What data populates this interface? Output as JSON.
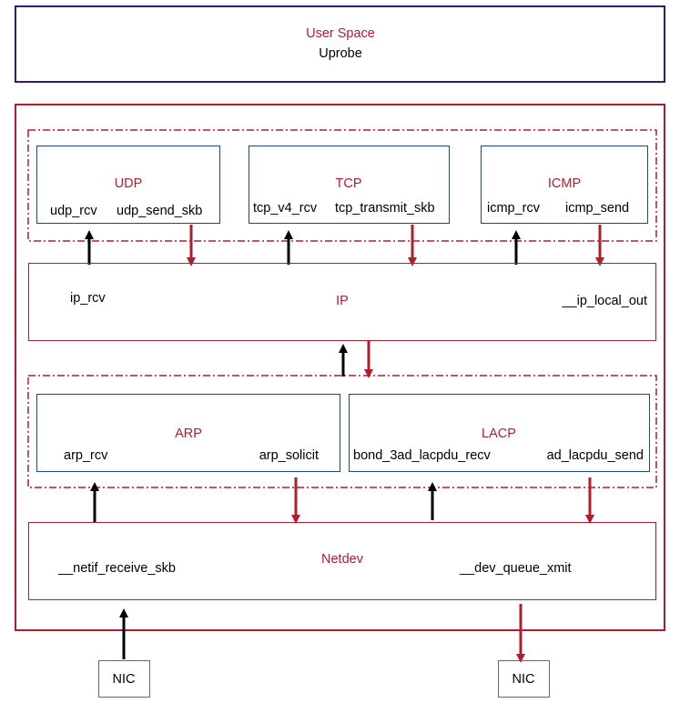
{
  "colors": {
    "user_space_border": "#3b1675",
    "kernel_red": "#b01e2e",
    "protocol_blue": "#1c4a7a",
    "nic_gray": "#666666",
    "ingress_arrow": "#000000",
    "egress_arrow": "#b01e2e"
  },
  "user_space": {
    "title": "User Space",
    "subtitle": "Uprobe"
  },
  "udp": {
    "title": "UDP",
    "rcv": "udp_rcv",
    "send": "udp_send_skb"
  },
  "tcp": {
    "title": "TCP",
    "rcv": "tcp_v4_rcv",
    "send": "tcp_transmit_skb"
  },
  "icmp": {
    "title": "ICMP",
    "rcv": "icmp_rcv",
    "send": "icmp_send"
  },
  "ip": {
    "title": "IP",
    "rcv": "ip_rcv",
    "send": "__ip_local_out"
  },
  "arp": {
    "title": "ARP",
    "rcv": "arp_rcv",
    "send": "arp_solicit"
  },
  "lacp": {
    "title": "LACP",
    "rcv": "bond_3ad_lacpdu_recv",
    "send": "ad_lacpdu_send"
  },
  "netdev": {
    "title": "Netdev",
    "rcv": "__netif_receive_skb",
    "send": "__dev_queue_xmit"
  },
  "nic_in": {
    "label": "NIC"
  },
  "nic_out": {
    "label": "NIC"
  }
}
